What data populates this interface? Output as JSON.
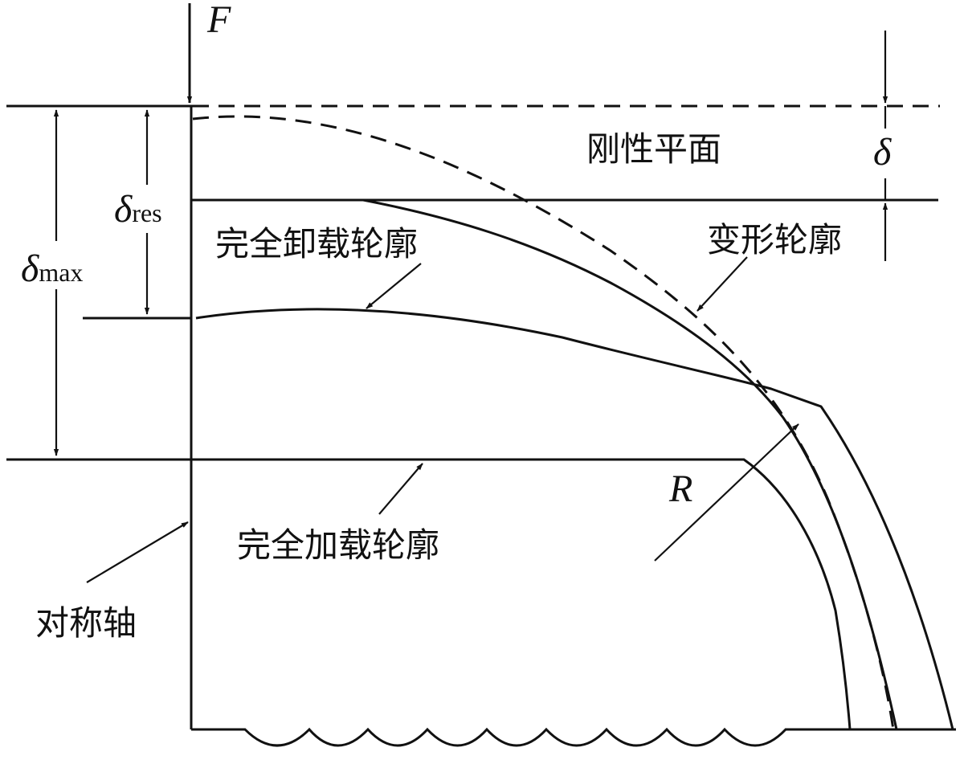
{
  "labels": {
    "force": "F",
    "delta": "δ",
    "delta_res_symbol": "δ",
    "delta_res_sub": "res",
    "delta_max_symbol": "δ",
    "delta_max_sub": "max",
    "rigid_plane": "刚性平面",
    "full_unload_profile": "完全卸载轮廓",
    "deformed_profile": "变形轮廓",
    "radius": "R",
    "full_load_profile": "完全加载轮廓",
    "symmetry_axis": "对称轴"
  },
  "colors": {
    "ink": "#111111",
    "background": "#ffffff"
  }
}
